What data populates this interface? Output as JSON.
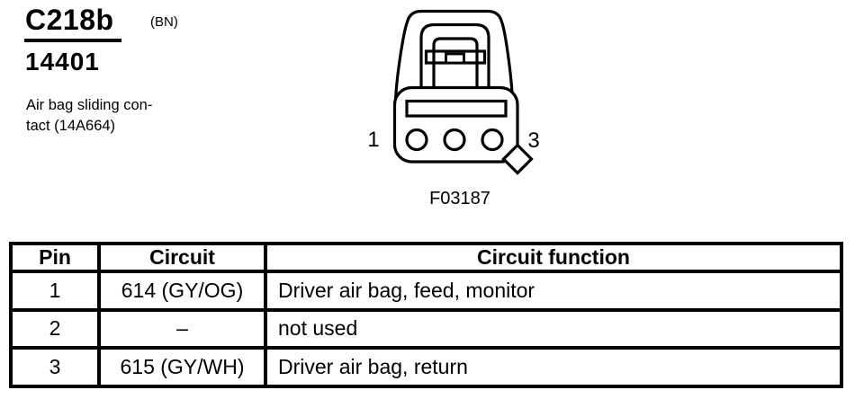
{
  "page": {
    "background": "#ffffff",
    "foreground": "#000000"
  },
  "header": {
    "connector_id": "C218b",
    "connector_code": "(BN)",
    "part_number": "14401",
    "description_lines": [
      "Air bag sliding con-",
      "tact (14A664)"
    ]
  },
  "diagram": {
    "left_pin_label": "1",
    "right_pin_label": "3",
    "figure_id": "F03187"
  },
  "pin_table": {
    "columns": [
      "Pin",
      "Circuit",
      "Circuit function"
    ],
    "rows": [
      {
        "pin": "1",
        "circuit": "614 (GY/OG)",
        "function": "Driver air bag, feed, monitor"
      },
      {
        "pin": "2",
        "circuit": "–",
        "function": "not used"
      },
      {
        "pin": "3",
        "circuit": "615 (GY/WH)",
        "function": "Driver air bag, return"
      }
    ]
  }
}
